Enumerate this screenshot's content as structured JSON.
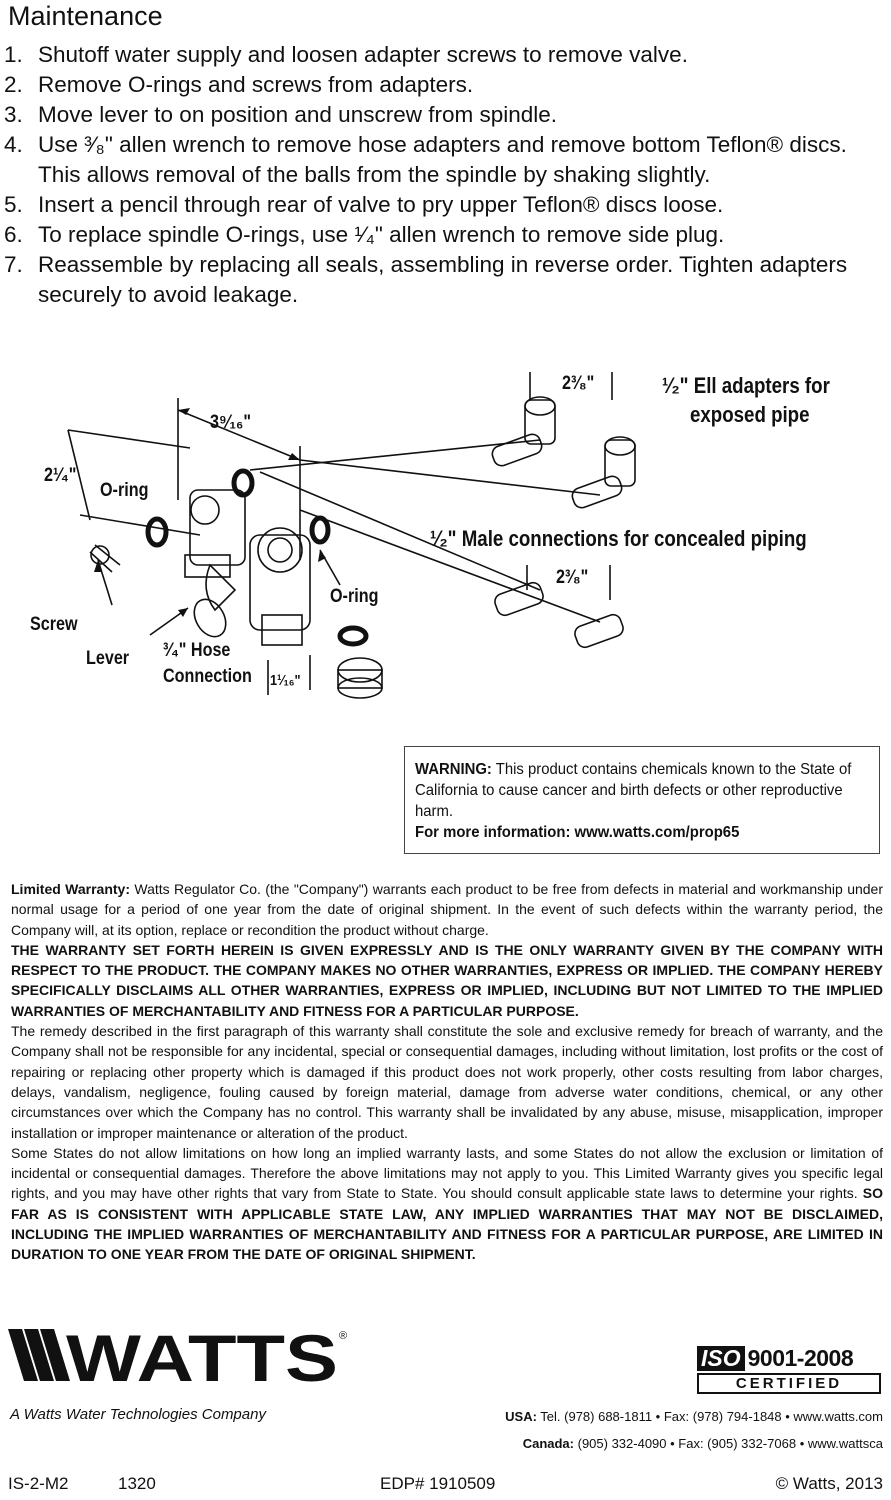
{
  "title": "Maintenance",
  "steps": [
    {
      "num": "1.",
      "text": "Shutoff water supply and loosen adapter screws to remove valve."
    },
    {
      "num": "2.",
      "text": "Remove O-rings and screws from adapters."
    },
    {
      "num": "3.",
      "text": "Move lever to on position and unscrew from spindle."
    },
    {
      "num": "4.",
      "text": "Use ³⁄₈\" allen wrench to remove hose adapters and remove bottom Teflon® discs. This allows removal of the balls from the spindle by shaking slightly."
    },
    {
      "num": "5.",
      "text": "Insert a pencil through rear of valve to pry upper Teflon® discs loose."
    },
    {
      "num": "6.",
      "text": "To replace spindle O-rings, use ¹⁄₄\" allen wrench to remove side plug."
    },
    {
      "num": "7.",
      "text": "Reassemble by replacing all seals, assembling in reverse order. Tighten adapters securely to avoid leakage."
    }
  ],
  "diagram": {
    "dim_width": "3⁹⁄₁₆\"",
    "dim_height": "2¹⁄₄\"",
    "dim_ell": "2³⁄₈\"",
    "dim_male": "2³⁄₈\"",
    "dim_hose": "1¹⁄₁₆\"",
    "oring_left": "O-ring",
    "oring_right": "O-ring",
    "screw": "Screw",
    "lever": "Lever",
    "hose_conn_line1": "³⁄₄\" Hose",
    "hose_conn_line2": "Connection",
    "ell_line1": "¹⁄₂\" Ell adapters for",
    "ell_line2": "exposed pipe",
    "male_label": "¹⁄₂\" Male connections for concealed piping"
  },
  "warning": {
    "label": "WARNING:",
    "text": " This product contains chemicals known to the State of California to cause cancer and birth defects or other reproductive harm.",
    "more": "For more information: www.watts.com/prop65"
  },
  "warranty": {
    "lead_label": "Limited Warranty:",
    "lead_text": " Watts Regulator Co. (the \"Company\") warrants each product to be free from defects in material and workmanship under normal usage for a period of one year from the date of original shipment. In the event of such defects within the warranty period, the Company will, at its option, replace or recondition the product without charge.",
    "caps1": "THE WARRANTY SET FORTH HEREIN IS GIVEN EXPRESSLY AND IS THE ONLY WARRANTY GIVEN BY THE COMPANY WITH RESPECT TO THE PRODUCT. THE COMPANY MAKES NO OTHER WARRANTIES, EXPRESS OR IMPLIED. THE COMPANY HEREBY SPECIFICALLY DISCLAIMS ALL OTHER WARRANTIES, EXPRESS OR IMPLIED, INCLUDING BUT NOT LIMITED TO THE IMPLIED WARRANTIES OF MERCHANTABILITY AND FITNESS FOR A PARTICULAR PURPOSE.",
    "para2": "The remedy described in the first paragraph of this warranty shall constitute the sole and exclusive remedy for breach of warranty, and the Company shall not be responsible for any incidental, special or consequential damages, including without limitation, lost profits or the cost of repairing or replacing other property which is damaged if this product does not work properly, other costs resulting from labor charges, delays, vandalism, negligence, fouling caused by foreign material, damage from adverse water conditions, chemical, or any other circumstances over which the Company has no control. This warranty shall be invalidated by any abuse, misuse, misapplication, improper installation or improper maintenance or alteration of the product.",
    "para3": "Some States do not allow limitations on how long an implied warranty lasts, and some States do not allow the exclusion or limitation of incidental or consequential damages. Therefore the above limitations may not apply to you. This Limited Warranty gives you specific legal rights, and you may have other rights that vary from State to State. You should consult applicable state laws to determine your rights. ",
    "caps2": "SO FAR AS IS CONSISTENT WITH APPLICABLE STATE LAW, ANY IMPLIED WARRANTIES THAT MAY NOT BE DISCLAIMED, INCLUDING THE IMPLIED WARRANTIES OF MERCHANTABILITY AND FITNESS FOR A PARTICULAR PURPOSE, ARE LIMITED IN DURATION TO ONE YEAR FROM THE DATE OF ORIGINAL SHIPMENT."
  },
  "brand": {
    "logo": "WATTS",
    "iso_prefix": "ISO",
    "iso_number": "9001-2008",
    "iso_certified": "CERTIFIED",
    "subline": "A Watts Water Technologies Company",
    "usa_label": "USA:",
    "usa_text": " Tel. (978) 688-1811 • Fax: (978) 794-1848 • www.watts.com",
    "canada_label": "Canada:",
    "canada_text": " (905) 332-4090 • Fax: (905) 332-7068 • www.wattsca"
  },
  "footer": {
    "code": "IS-2-M2",
    "number": "1320",
    "edp": "EDP# 1910509",
    "copyright": "© Watts, 2013"
  },
  "colors": {
    "ink": "#111111",
    "paper": "#ffffff"
  }
}
